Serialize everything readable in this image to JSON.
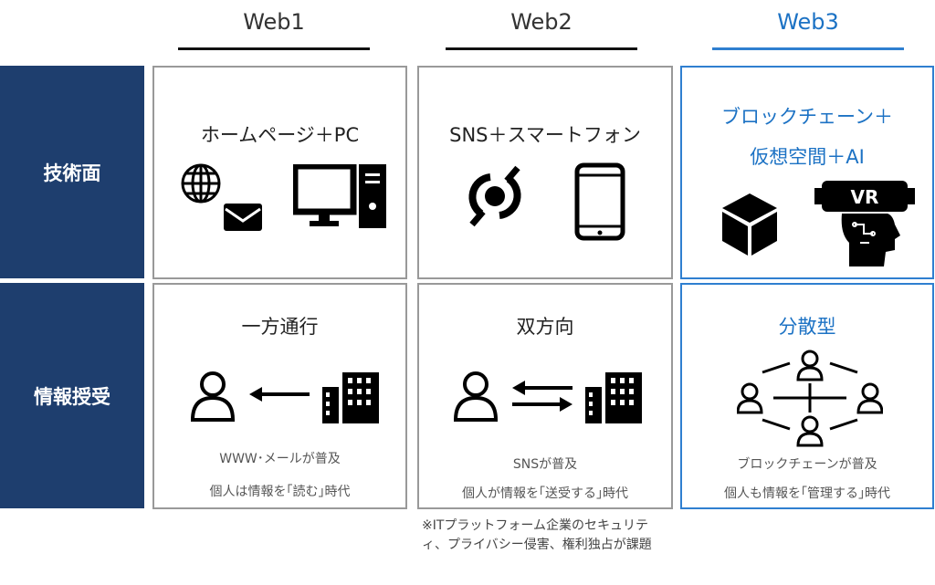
{
  "columns": [
    {
      "label": "Web1"
    },
    {
      "label": "Web2"
    },
    {
      "label": "Web3"
    }
  ],
  "rows": [
    {
      "label": "技術面"
    },
    {
      "label": "情報授受"
    }
  ],
  "tech": [
    {
      "title": "ホームページ＋PC",
      "icons": [
        "globe-icon",
        "mail-icon",
        "desktop-pc-icon"
      ]
    },
    {
      "title": "SNS＋スマートフォン",
      "icons": [
        "sns-icon",
        "smartphone-icon"
      ]
    },
    {
      "title_line1": "ブロックチェーン＋",
      "title_line2": "仮想空間＋AI",
      "icons": [
        "cube-icon",
        "vr-headset-icon"
      ]
    }
  ],
  "info": [
    {
      "title": "一方通行",
      "desc1": "WWW･メールが普及",
      "desc2": "個人は情報を｢読む｣時代"
    },
    {
      "title": "双方向",
      "desc1": "SNSが普及",
      "desc2": "個人が情報を｢送受する｣時代"
    },
    {
      "title": "分散型",
      "desc1": "ブロックチェーンが普及",
      "desc2": "個人も情報を｢管理する｣時代"
    }
  ],
  "note": "※ITプラットフォーム企業のセキュリティ、プライバシー侵害、権利独占が課題",
  "colors": {
    "navy": "#1e3e6e",
    "blue": "#1c72c4",
    "border": "#999999"
  }
}
